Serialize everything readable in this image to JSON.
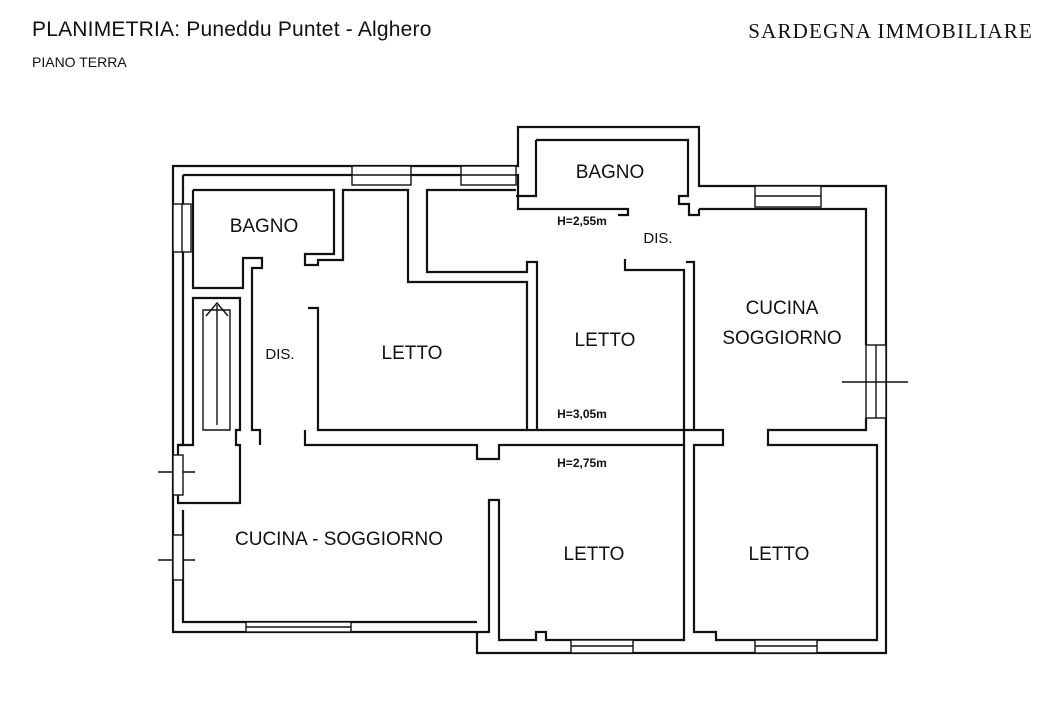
{
  "header": {
    "title": "PLANIMETRIA:  Puneddu Puntet -  Alghero",
    "subtitle": "PIANO TERRA",
    "brand": "SARDEGNA IMMOBILIARE"
  },
  "rooms": {
    "bagno_left": "BAGNO",
    "bagno_top": "BAGNO",
    "dis_left": "DIS.",
    "dis_top": "DIS.",
    "letto_center": "LETTO",
    "letto_middle": "LETTO",
    "cucina_soggiorno_right_line1": "CUCINA",
    "cucina_soggiorno_right_line2": "SOGGIORNO",
    "cucina_soggiorno_left": "CUCINA - SOGGIORNO",
    "letto_bottom_middle": "LETTO",
    "letto_bottom_right": "LETTO"
  },
  "heights": {
    "bagno": "H=2,55m",
    "letto": "H=3,05m",
    "corridor": "H=2,75m"
  },
  "colors": {
    "ink": "#111111",
    "background": "#ffffff"
  }
}
